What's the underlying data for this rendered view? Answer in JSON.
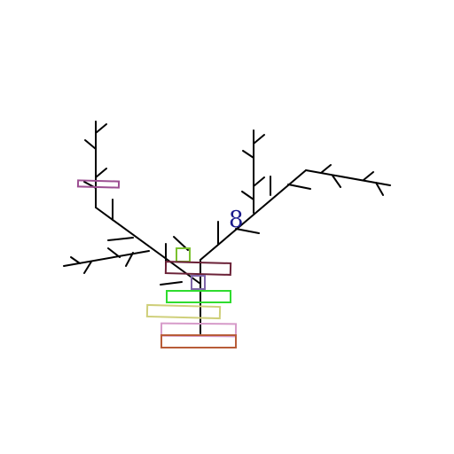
{
  "scene": {
    "background_color": "#ffffff",
    "line_color": "#000000",
    "label": {
      "text": "8",
      "color": "#1a1a8c"
    },
    "boxes": [
      {
        "name": "pink-box",
        "color": "#9c4f92"
      },
      {
        "name": "green-square",
        "color": "#7ac12e"
      },
      {
        "name": "maroon-box",
        "color": "#6b2238"
      },
      {
        "name": "purple-square",
        "color": "#7f66a8"
      },
      {
        "name": "bright-green-box",
        "color": "#2fdc2f"
      },
      {
        "name": "khaki-box",
        "color": "#cfcf7a"
      },
      {
        "name": "light-pink-box",
        "color": "#d69bc9"
      },
      {
        "name": "rust-box",
        "color": "#b85c38"
      }
    ]
  }
}
